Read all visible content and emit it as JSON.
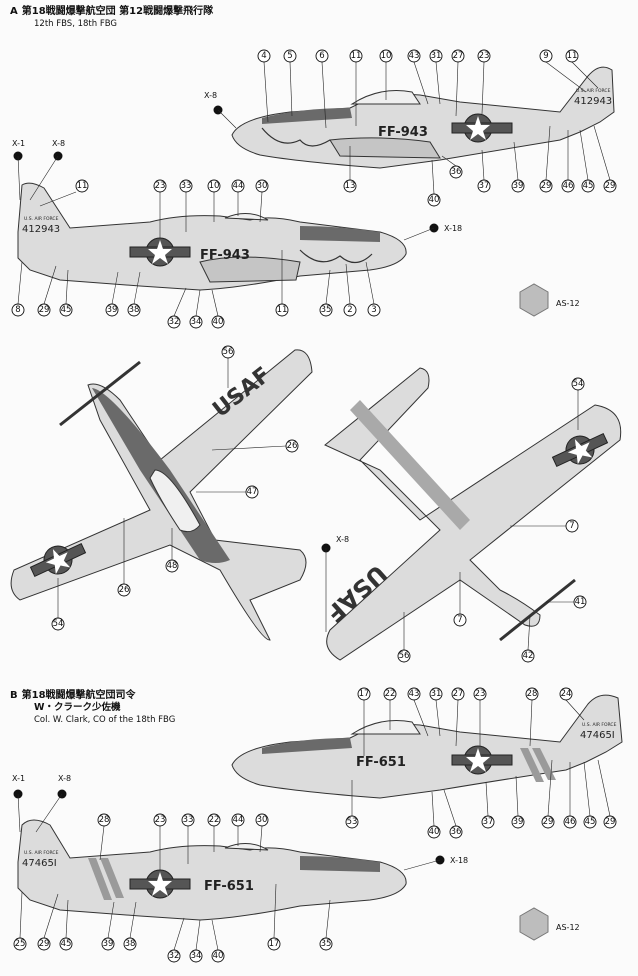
{
  "sectionA": {
    "letter": "A",
    "title_line1": "第18戦闘爆撃航空団 第12戦闘爆撃飛行隊",
    "title_line2": "12th FBS, 18th FBG"
  },
  "sectionB": {
    "letter": "B",
    "title_line1": "第18戦闘爆撃航空団司令",
    "title_line2": "W・クラーク少佐機",
    "title_line3": "Col. W. Clark, CO of the 18th FBG"
  },
  "markings": {
    "a_code": "FF-943",
    "a_serial": "412943",
    "a_serial_rh": "412943",
    "b_code": "FF-651",
    "b_serial": "47465I",
    "air_force": "U.S. AIR FORCE",
    "usaf": "USAF"
  },
  "paint": {
    "x1": "X-1",
    "x8": "X-8",
    "x18": "X-18",
    "as12": "AS-12"
  },
  "colors": {
    "sheet": "#fbfbfb",
    "fuselage": "#dcdcdc",
    "anti_glare": "#6a6a6a",
    "stripe_mid": "#a9a9a9"
  }
}
